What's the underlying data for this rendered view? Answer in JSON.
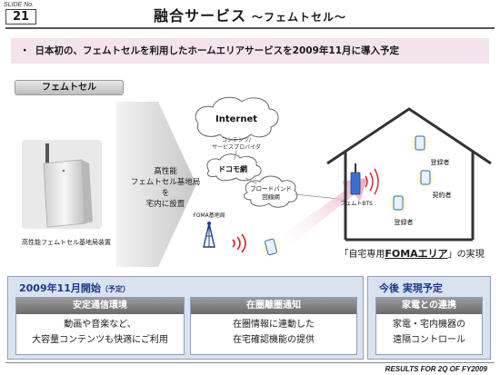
{
  "header": {
    "slide_label": "SLIDE No.",
    "slide_number": "21",
    "title": "融合サービス",
    "subtitle": "～フェムトセル～"
  },
  "banner": {
    "bullet": "・",
    "text": "日本初の、フェムトセルを利用したホームエリアサービスを2009年11月に導入予定"
  },
  "femtocell": {
    "tab_label": "フェムトセル",
    "device_caption": "高性能フェムトセル基地局装置",
    "arrow_lines": [
      "高性能",
      "フェムトセル基地局を",
      "宅内に設置"
    ]
  },
  "diagram": {
    "internet": "Internet",
    "provider_line1": "コンテンツ/",
    "provider_line2": "サービスプロバイダ",
    "docomo": "ドコモ網",
    "broadband_line1": "ブロードバンド",
    "broadband_line2": "回線網",
    "foma_station": "FOMA基地局",
    "femto_bts": "フェムトBTS",
    "registered_1": "登録者",
    "registered_2": "契約者",
    "registered_3": "登録者",
    "house_caption_pre": "「自宅専用",
    "house_caption_foma": "FOMAエリア",
    "house_caption_post": "」の実現"
  },
  "launch": {
    "heading": "2009年11月開始",
    "heading_note": "（予定）",
    "card1_title": "安定通信環境",
    "card1_line1": "動画や音楽など、",
    "card1_line2": "大容量コンテンツも快適にご利用",
    "card2_title": "在圏離圏通知",
    "card2_line1": "在圏情報に連動した",
    "card2_line2": "在宅確認機能の提供"
  },
  "future": {
    "heading": "今後 実現予定",
    "card_title": "家電との連携",
    "card_line1": "家電・宅内機器の",
    "card_line2": "遠隔コントロール"
  },
  "footer": {
    "text": "RESULTS FOR 2Q OF FY2009"
  },
  "colors": {
    "banner_bg": "#f3e3ec",
    "box_bg": "#d9e2ef",
    "heading_blue": "#1b3a8a",
    "arrow_pink": "#e9a3c3"
  }
}
